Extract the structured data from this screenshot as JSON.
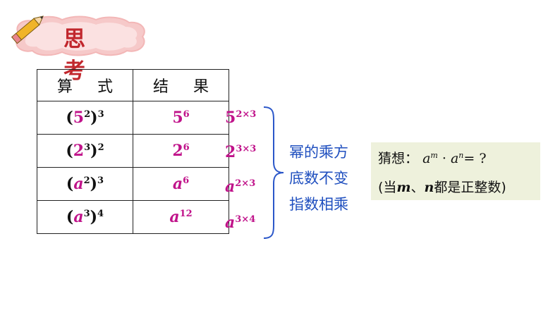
{
  "badge": {
    "title": "思 考",
    "icon": "pencil-icon",
    "bg_color": "#f7c7c7",
    "text_color": "#c1272d"
  },
  "table": {
    "headers": [
      "算 式",
      "结 果"
    ],
    "rows": [
      {
        "expr": {
          "base": "5",
          "inner": "2",
          "outer": "3",
          "italic": false
        },
        "result": {
          "base": "5",
          "exp": "6",
          "italic": false
        }
      },
      {
        "expr": {
          "base": "2",
          "inner": "3",
          "outer": "2",
          "italic": false
        },
        "result": {
          "base": "2",
          "exp": "6",
          "italic": false
        }
      },
      {
        "expr": {
          "base": "a",
          "inner": "2",
          "outer": "3",
          "italic": true
        },
        "result": {
          "base": "a",
          "exp": "6",
          "italic": true
        }
      },
      {
        "expr": {
          "base": "a",
          "inner": "3",
          "outer": "4",
          "italic": true
        },
        "result": {
          "base": "a",
          "exp": "12",
          "italic": true
        }
      }
    ]
  },
  "expansions": [
    {
      "base": "5",
      "exp": "2×3"
    },
    {
      "base": "2",
      "exp": "3×3"
    },
    {
      "base": "a",
      "exp": "2×3"
    },
    {
      "base": "a",
      "exp": "3×4"
    }
  ],
  "rule_lines": [
    "幂的乘方",
    "底数不变",
    "指数相乘"
  ],
  "conjecture": {
    "label": "猜想：",
    "a1": "a",
    "m": "m",
    "dot": " · ",
    "a2": "a",
    "n": "n",
    "tail": "= ?",
    "cond_open": "(当",
    "cond_m": "m",
    "cond_sep": "、",
    "cond_n": "n",
    "cond_rest": "都是正整数)"
  },
  "colors": {
    "magenta": "#c0138a",
    "blue": "#1f4fbf",
    "box_bg": "#eef1dc"
  }
}
